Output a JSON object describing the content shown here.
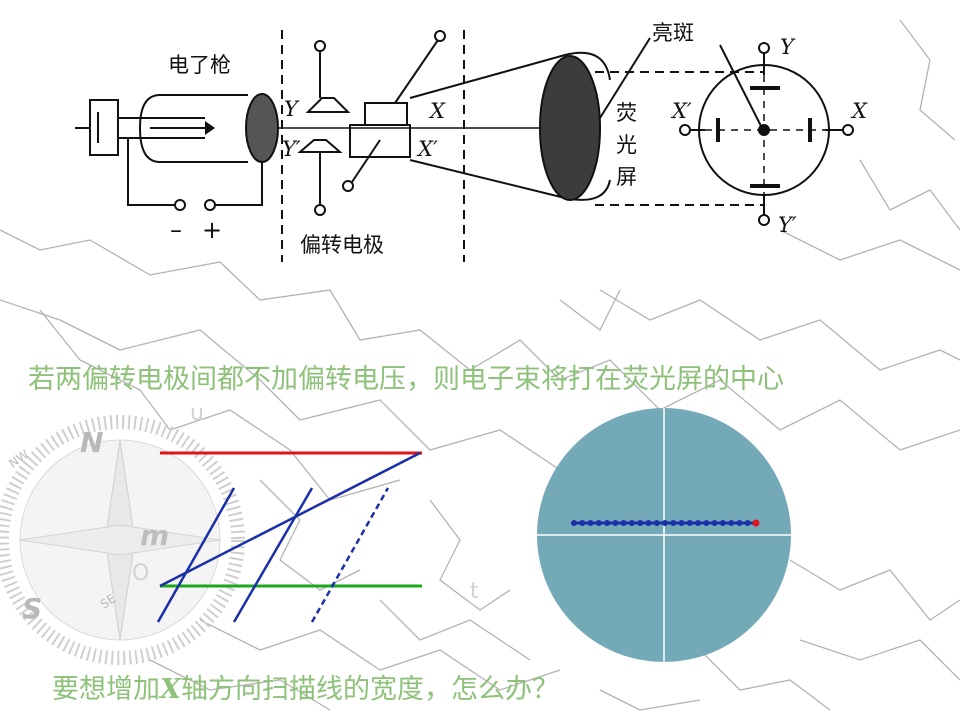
{
  "diagram": {
    "label_gun": "电了枪",
    "label_electrodes": "偏转电极",
    "label_bright_spot": "亮斑",
    "label_screen_chars": [
      "荧",
      "光",
      "屏"
    ],
    "terminal_minus": "–",
    "terminal_plus": "+",
    "electrode_y": "Y",
    "electrode_y_prime": "Y′",
    "electrode_x": "X",
    "electrode_x_prime": "X′",
    "screen_y": "Y",
    "screen_y_prime": "Y′",
    "screen_x": "X",
    "screen_x_prime": "X′"
  },
  "text": {
    "statement": "若两偏转电极间都不加偏转电压，则电子束将打在荧光屏的中心",
    "question_before": "要想增加",
    "question_bold": "X",
    "question_after": "轴方向扫描线的宽度，怎么办？"
  },
  "graph": {
    "axis_u": "u",
    "axis_t": "t",
    "origin": "O",
    "colors": {
      "high": "#e0141c",
      "low": "#1aa81a",
      "sweep": "#1b2fa8"
    }
  },
  "screen_display": {
    "fill": "#74aab8",
    "line": "#1b2fa8",
    "end_dot": "#e0141c"
  },
  "compass": {
    "north": "N",
    "south": "S",
    "nw": "NW",
    "se": "SE",
    "mark": "m"
  }
}
